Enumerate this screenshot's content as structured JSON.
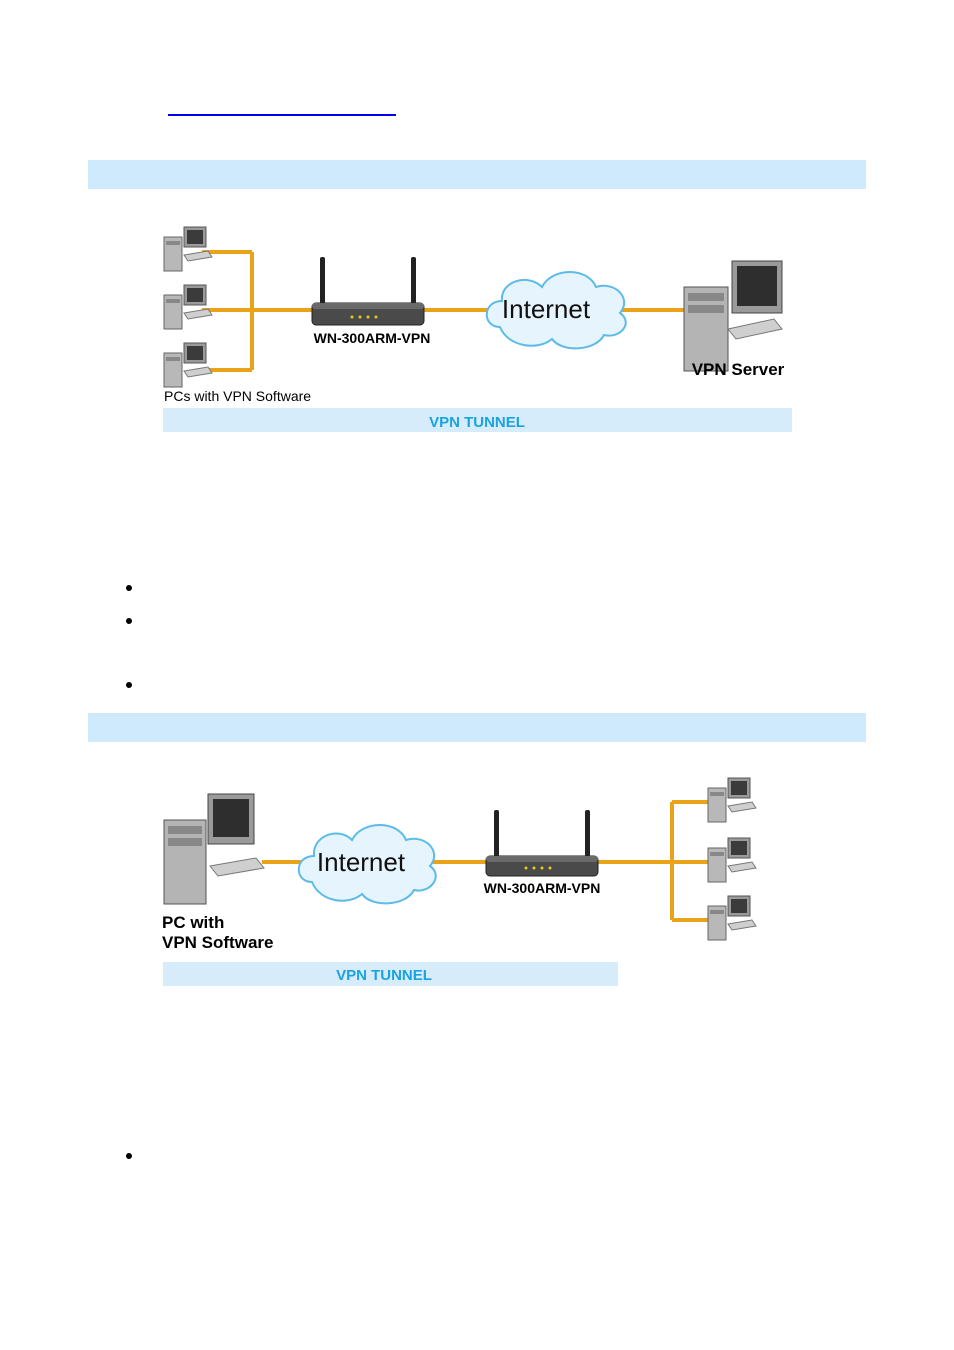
{
  "diagram1": {
    "pcs_label": "PCs with VPN Software",
    "router_label": "WN-300ARM-VPN",
    "cloud_label": "Internet",
    "server_label": "VPN Server",
    "tunnel_label": "VPN TUNNEL"
  },
  "diagram2": {
    "pc_label_line1": "PC with",
    "pc_label_line2": "VPN Software",
    "cloud_label": "Internet",
    "router_label": "WN-300ARM-VPN",
    "tunnel_label": "VPN TUNNEL"
  },
  "colors": {
    "cable": "#e8a318",
    "section_bar": "#cfeafc",
    "tunnel_bar": "#d6ecfa",
    "tunnel_text": "#1aa3e0",
    "link": "#0000ee"
  }
}
